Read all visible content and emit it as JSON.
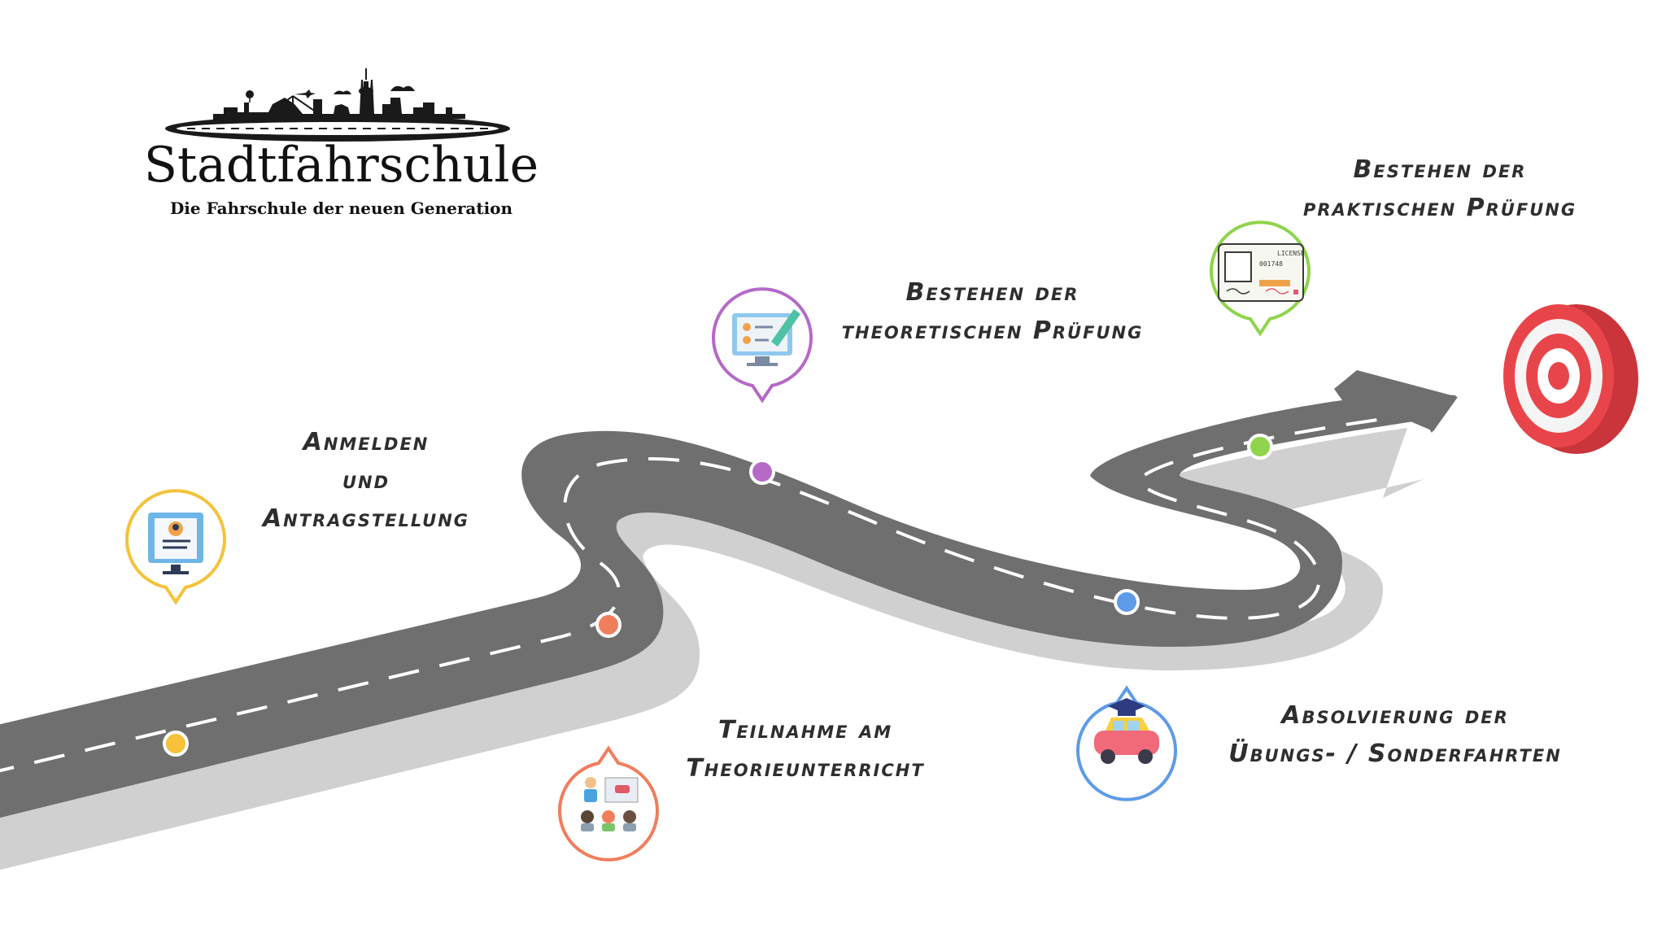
{
  "brand": {
    "name": "Stadtfahrschule",
    "tagline": "Die Fahrschule der neuen Generation"
  },
  "steps": [
    {
      "lines": [
        "Anmelden",
        "und",
        "Antragstellung"
      ],
      "icon": "application-form-icon",
      "color": "#f5c23a"
    },
    {
      "lines": [
        "Teilnahme am",
        "Theorieunterricht"
      ],
      "icon": "classroom-icon",
      "color": "#ef7e5d"
    },
    {
      "lines": [
        "Bestehen der",
        "theoretischen Prüfung"
      ],
      "icon": "online-test-icon",
      "color": "#b56ac6"
    },
    {
      "lines": [
        "Absolvierung der",
        "Übungs- / Sonderfahrten"
      ],
      "icon": "graduation-car-icon",
      "color": "#5e9be8"
    },
    {
      "lines": [
        "Bestehen der",
        "praktischen Prüfung"
      ],
      "icon": "drivers-license-icon",
      "color": "#8fd44c"
    }
  ],
  "license_card": {
    "text": "LICENSE",
    "number": "001748"
  },
  "goal": {
    "icon": "target-icon",
    "color": "#e8454a"
  },
  "road_color": "#6f6f6f"
}
